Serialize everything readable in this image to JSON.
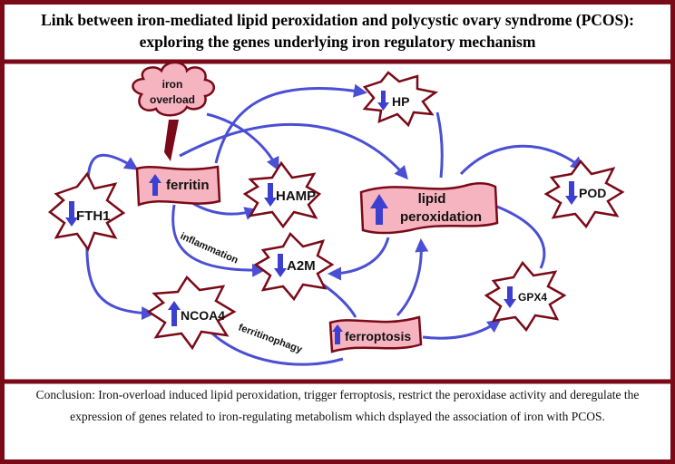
{
  "title": {
    "line1": "Link between iron-mediated lipid peroxidation and polycystic ovary syndrome (PCOS):",
    "line2": "exploring the genes underlying iron regulatory mechanism"
  },
  "nodes": {
    "iron_overload": {
      "line1": "iron",
      "line2": "overload"
    },
    "ferritin": {
      "label": "ferritin",
      "trend": "up"
    },
    "fth1": {
      "label": "FTH1",
      "trend": "down"
    },
    "hamp": {
      "label": "HAMP",
      "trend": "down"
    },
    "hp": {
      "label": "HP",
      "trend": "down"
    },
    "lipid_peroxidation": {
      "line1": "lipid",
      "line2": "peroxidation",
      "trend": "up"
    },
    "pod": {
      "label": "POD",
      "trend": "down"
    },
    "a2m": {
      "label": "A2M",
      "trend": "down"
    },
    "gpx4": {
      "label": "GPX4",
      "trend": "down"
    },
    "ncoa4": {
      "label": "NCOA4",
      "trend": "up"
    },
    "ferroptosis": {
      "label": "ferroptosis",
      "trend": "up"
    }
  },
  "edge_labels": {
    "inflammation": "inflammation",
    "ferritinophagy": "ferritinophagy"
  },
  "conclusion": "Conclusion: Iron-overload induced lipid peroxidation, trigger ferroptosis, restrict the peroxidase activity and deregulate the expression of genes related to iron-regulating metabolism which dsplayed the association of iron with PCOS.",
  "colors": {
    "border": "#7a0a18",
    "fill": "#f6b3c0",
    "arrow": "#4a4fd4",
    "trend_arrow": "#3d3fd0"
  }
}
